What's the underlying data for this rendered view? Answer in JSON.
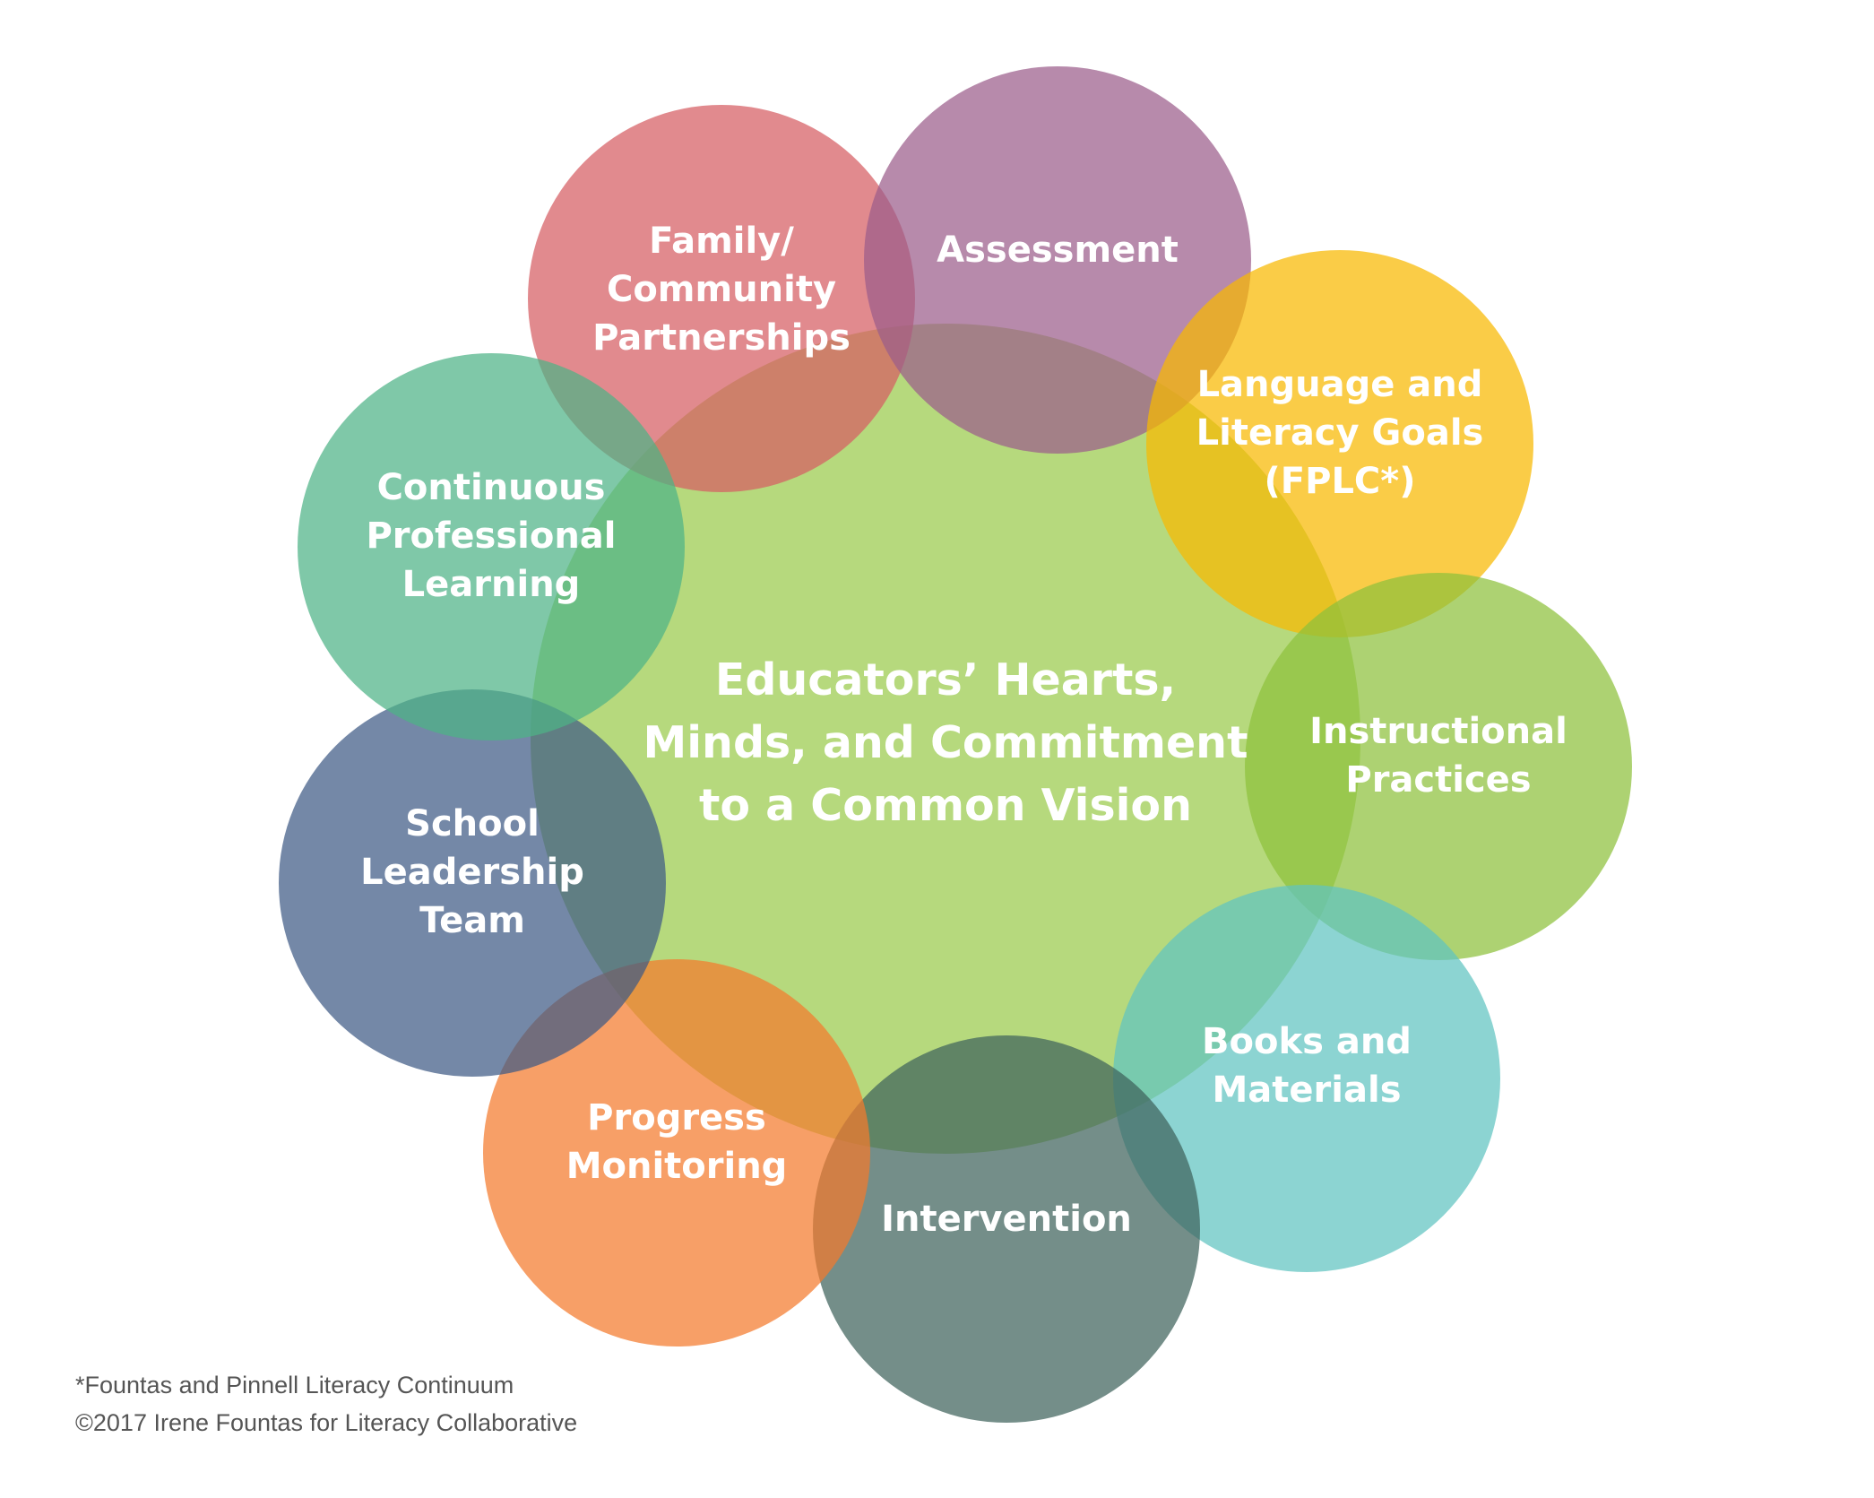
{
  "diagram": {
    "center": {
      "label_lines": [
        "Educators’ Hearts,",
        "Minds, and Commitment",
        "to a Common Vision"
      ],
      "color": "#9dcc52"
    },
    "circles": [
      {
        "key": "family",
        "label_lines": [
          "Family/",
          "Community",
          "Partnerships"
        ],
        "color": "#d65d63"
      },
      {
        "key": "assessment",
        "label_lines": [
          "Assessment"
        ],
        "color": "#9b5d8a"
      },
      {
        "key": "language",
        "label_lines": [
          "Language and",
          "Literacy Goals",
          "(FPLC*)"
        ],
        "color": "#f8b800"
      },
      {
        "key": "instructional",
        "label_lines": [
          "Instructional",
          "Practices"
        ],
        "color": "#8dc13b"
      },
      {
        "key": "books",
        "label_lines": [
          "Books and",
          "Materials"
        ],
        "color": "#5fc3c0"
      },
      {
        "key": "intervention",
        "label_lines": [
          "Intervention"
        ],
        "color": "#3f625c"
      },
      {
        "key": "progress",
        "label_lines": [
          "Progress",
          "Monitoring"
        ],
        "color": "#f47a2c"
      },
      {
        "key": "leadership",
        "label_lines": [
          "School",
          "Leadership",
          "Team"
        ],
        "color": "#3e5a85"
      },
      {
        "key": "professional",
        "label_lines": [
          "Continuous",
          "Professional",
          "Learning"
        ],
        "color": "#4db386"
      }
    ]
  },
  "footnotes": {
    "line1": "*Fountas and Pinnell Literacy Continuum",
    "line2": "©2017 Irene Fountas for Literacy Collaborative"
  }
}
